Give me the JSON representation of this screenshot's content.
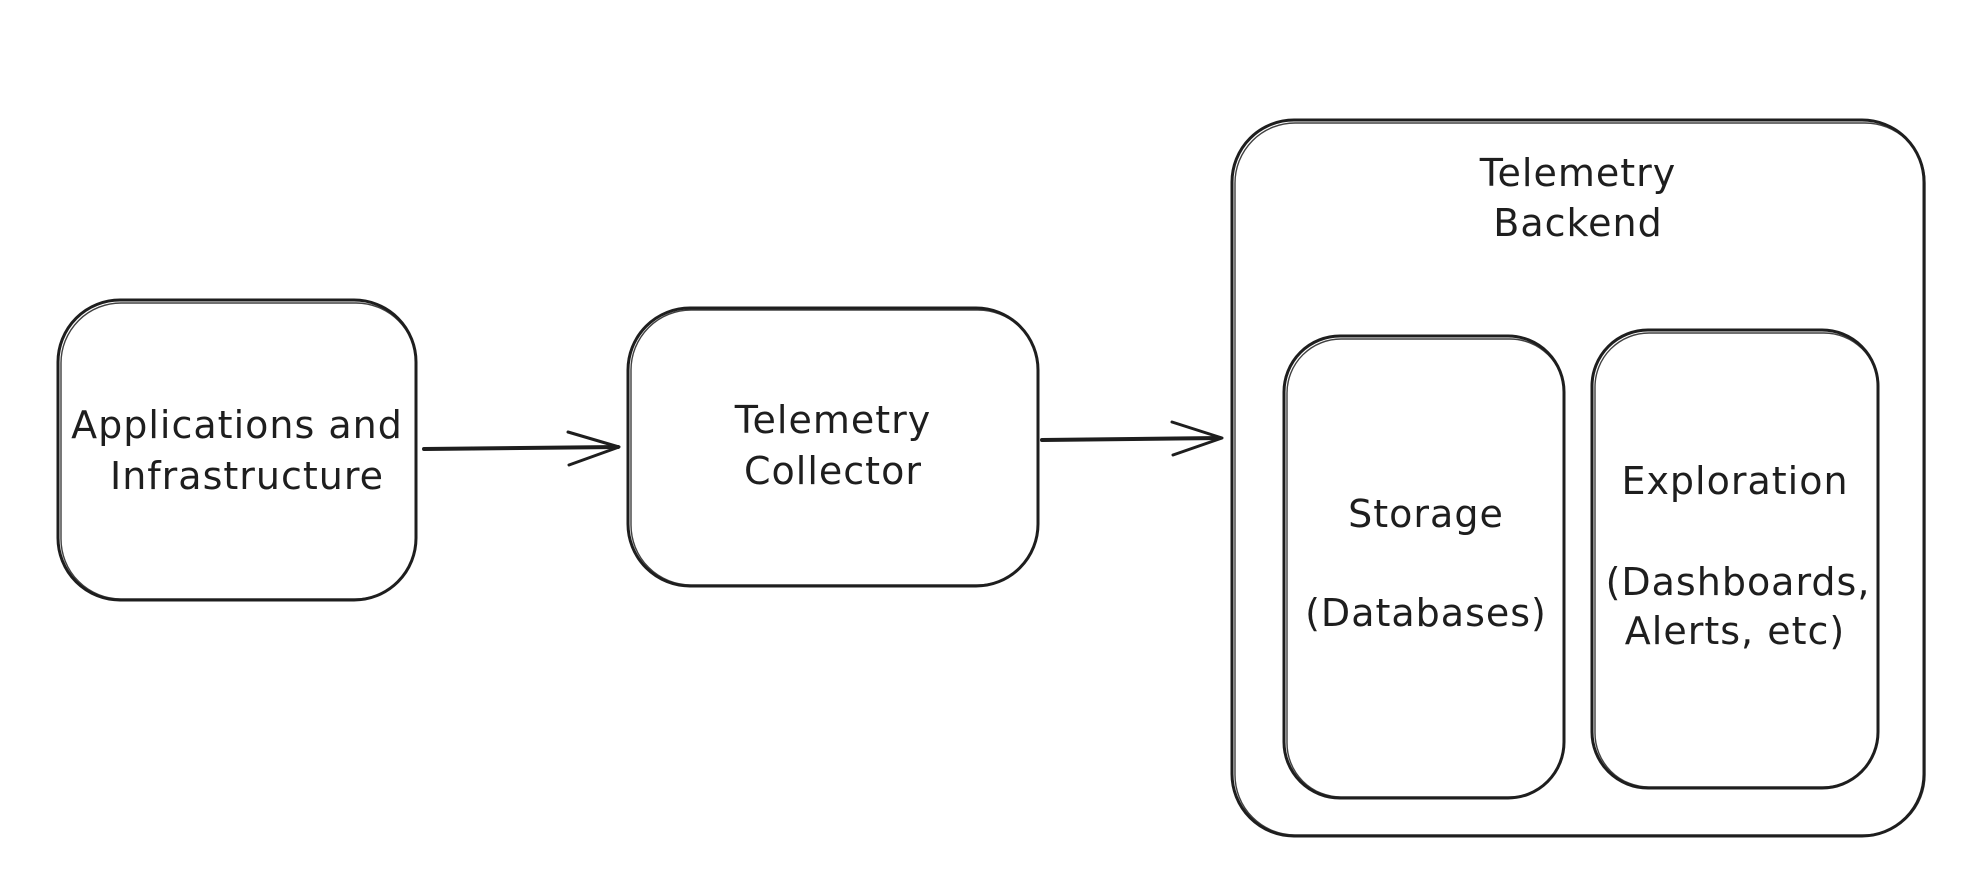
{
  "nodes": {
    "apps": {
      "line1": "Applications and",
      "line2": "Infrastructure"
    },
    "collector": {
      "line1": "Telemetry",
      "line2": "Collector"
    },
    "backend": {
      "line1": "Telemetry",
      "line2": "Backend"
    },
    "storage": {
      "line1": "Storage",
      "line2": "(Databases)"
    },
    "exploration": {
      "line1": "Exploration",
      "line2": "(Dashboards,",
      "line3": "Alerts, etc)"
    }
  },
  "edges": [
    {
      "from": "apps",
      "to": "collector"
    },
    {
      "from": "collector",
      "to": "backend"
    }
  ],
  "colors": {
    "stroke": "#1e1e1e",
    "background": "#ffffff"
  }
}
